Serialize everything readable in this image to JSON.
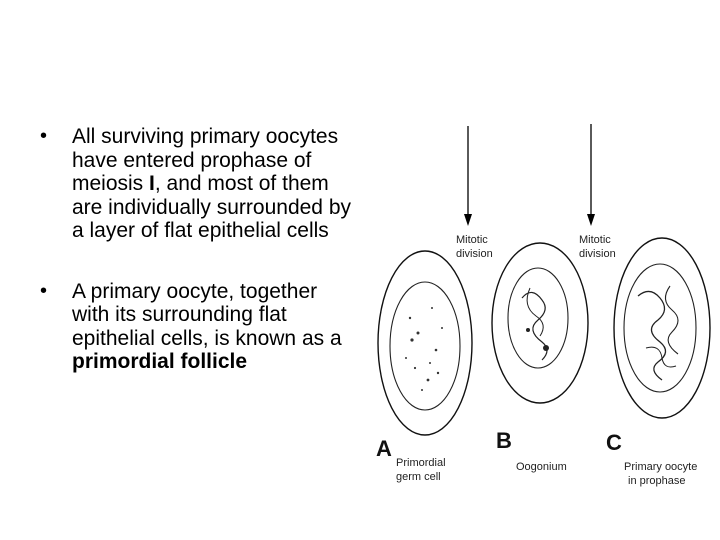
{
  "bullets": [
    {
      "text_before": "All surviving primary oocytes have entered prophase of meiosis ",
      "bold": "I",
      "text_after": ", and most of them are individually surrounded by a layer of flat epithelial cells"
    },
    {
      "text_before": "A primary oocyte, together with its surrounding flat epithelial cells, is known as a ",
      "bold": "primordial follicle",
      "text_after": ""
    }
  ],
  "figure": {
    "arrow_labels": [
      {
        "line1": "Mitotic",
        "line2": "division"
      },
      {
        "line1": "Mitotic",
        "line2": "division"
      }
    ],
    "cells": [
      {
        "letter": "A",
        "line1": "Primordial",
        "line2": "germ cell"
      },
      {
        "letter": "B",
        "line1": "Oogonium",
        "line2": ""
      },
      {
        "letter": "C",
        "line1": "Primary oocyte",
        "line2": "in prophase"
      }
    ]
  }
}
